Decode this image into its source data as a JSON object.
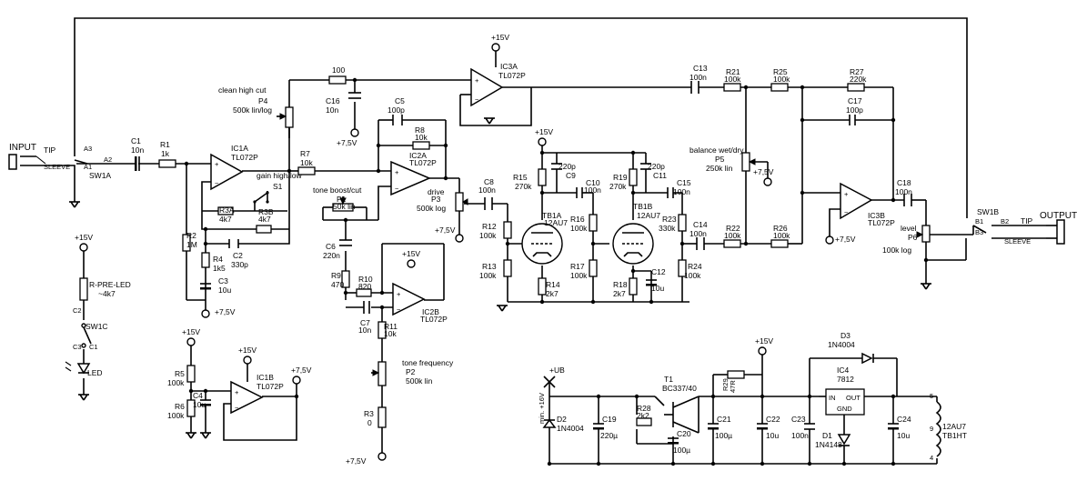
{
  "io": {
    "input": "INPUT",
    "output": "OUTPUT",
    "tip": "TIP",
    "sleeve": "SLEEVE"
  },
  "switch": {
    "sw1a": "SW1A",
    "sw1b": "SW1B",
    "sw1c": "SW1C",
    "a3": "A3",
    "a2": "A2",
    "a1": "A1",
    "b3": "B3",
    "b2": "B2",
    "b1": "B1",
    "c1": "C1",
    "c2": "C2",
    "c3": "C3"
  },
  "rails": {
    "plus15": "+15V",
    "plus75": "+7,5V",
    "plus_ub": "+UB",
    "min16": "min. +16V"
  },
  "opamps": {
    "ic1a": "IC1A",
    "ic1b": "IC1B",
    "ic2a": "IC2A",
    "ic2b": "IC2B",
    "ic3a": "IC3A",
    "ic3b": "IC3B",
    "part": "TL072P"
  },
  "tubes": {
    "tb1a": "TB1A",
    "tb1b": "TB1B",
    "type": "12AU7",
    "ht": "TB1HT"
  },
  "res": {
    "r1": "R1",
    "r1v": "1k",
    "r2": "R2",
    "r2v": "1M",
    "r3a": "R3A",
    "r3av": "4k7",
    "r3b": "R3B",
    "r3bv": "4k7",
    "r4": "R4",
    "r4v": "1k5",
    "r5": "R5",
    "r5v": "100k",
    "r6": "R6",
    "r6v": "100k",
    "r7": "R7",
    "r7v": "10k",
    "r8": "R8",
    "r8v": "10k",
    "r9": "R9",
    "r9v": "470",
    "r10": "R10",
    "r10v": "820",
    "r11": "R11",
    "r11v": "10k",
    "r3": "R3",
    "r3v": "0",
    "r100": "100",
    "r12": "R12",
    "r12v": "100k",
    "r13": "R13",
    "r13v": "100k",
    "r14": "R14",
    "r14v": "2k7",
    "r15": "R15",
    "r15v": "270k",
    "r16": "R16",
    "r16v": "100k",
    "r17": "R17",
    "r17v": "100k",
    "r18": "R18",
    "r18v": "2k7",
    "r19": "R19",
    "r19v": "270k",
    "r23": "R23",
    "r23v": "330k",
    "r24": "R24",
    "r24v": "100k",
    "r21": "R21",
    "r21v": "100k",
    "r22": "R22",
    "r22v": "100k",
    "r25": "R25",
    "r25v": "100k",
    "r26": "R26",
    "r26v": "100k",
    "r27": "R27",
    "r27v": "220k",
    "r28": "R28",
    "r28v": "2k2",
    "r29": "R29",
    "r29v": "47R",
    "rpre": "R-PRE-LED",
    "rprev": "~4k7"
  },
  "caps": {
    "c1": "C1",
    "c1v": "10n",
    "c2": "C2",
    "c2v": "330p",
    "c3": "C3",
    "c3v": "10u",
    "c4": "C4",
    "c4v": "10u",
    "c5": "C5",
    "c5v": "100p",
    "c6": "C6",
    "c6v": "220n",
    "c7": "C7",
    "c7v": "10n",
    "c8": "C8",
    "c8v": "100n",
    "c9": "C9",
    "c9v": "220p",
    "c10": "C10",
    "c10v": "100n",
    "c11": "C11",
    "c11v": "220p",
    "c12": "C12",
    "c12v": "10u",
    "c13": "C13",
    "c13v": "100n",
    "c14": "C14",
    "c14v": "100n",
    "c15": "C15",
    "c15v": "100n",
    "c16": "C16",
    "c16v": "10n",
    "c17": "C17",
    "c17v": "100p",
    "c18": "C18",
    "c18v": "100n",
    "c19": "C19",
    "c19v": "220µ",
    "c20": "C20",
    "c20v": "100µ",
    "c21": "C21",
    "c21v": "100µ",
    "c22": "C22",
    "c22v": "10u",
    "c23": "C23",
    "c23v": "100n",
    "c24": "C24",
    "c24v": "10u"
  },
  "pots": {
    "p1": "P1",
    "p1v": "50k lin",
    "p1d": "tone boost/cut",
    "p2": "P2",
    "p2v": "500k lin",
    "p2d": "tone frequency",
    "p3": "P3",
    "p3v": "500k log",
    "p3d": "drive",
    "p4": "P4",
    "p4v": "500k lin/log",
    "p4d": "clean high cut",
    "p5": "P5",
    "p5v": "250k lin",
    "p5d": "balance wet/dry",
    "p6": "P6",
    "p6v": "100k log",
    "p6d": "level",
    "s1": "S1",
    "s1d": "gain high/low"
  },
  "supply": {
    "d1": "D1",
    "d1v": "1N4148",
    "d2": "D2",
    "d2v": "1N4004",
    "d3": "D3",
    "d3v": "1N4004",
    "t1": "T1",
    "t1v": "BC337/40",
    "ic4": "IC4",
    "ic4v": "7812",
    "in": "IN",
    "out": "OUT",
    "gnd": "GND",
    "led": "LED",
    "pin5": "5",
    "pin9": "9",
    "pin4": "4"
  }
}
